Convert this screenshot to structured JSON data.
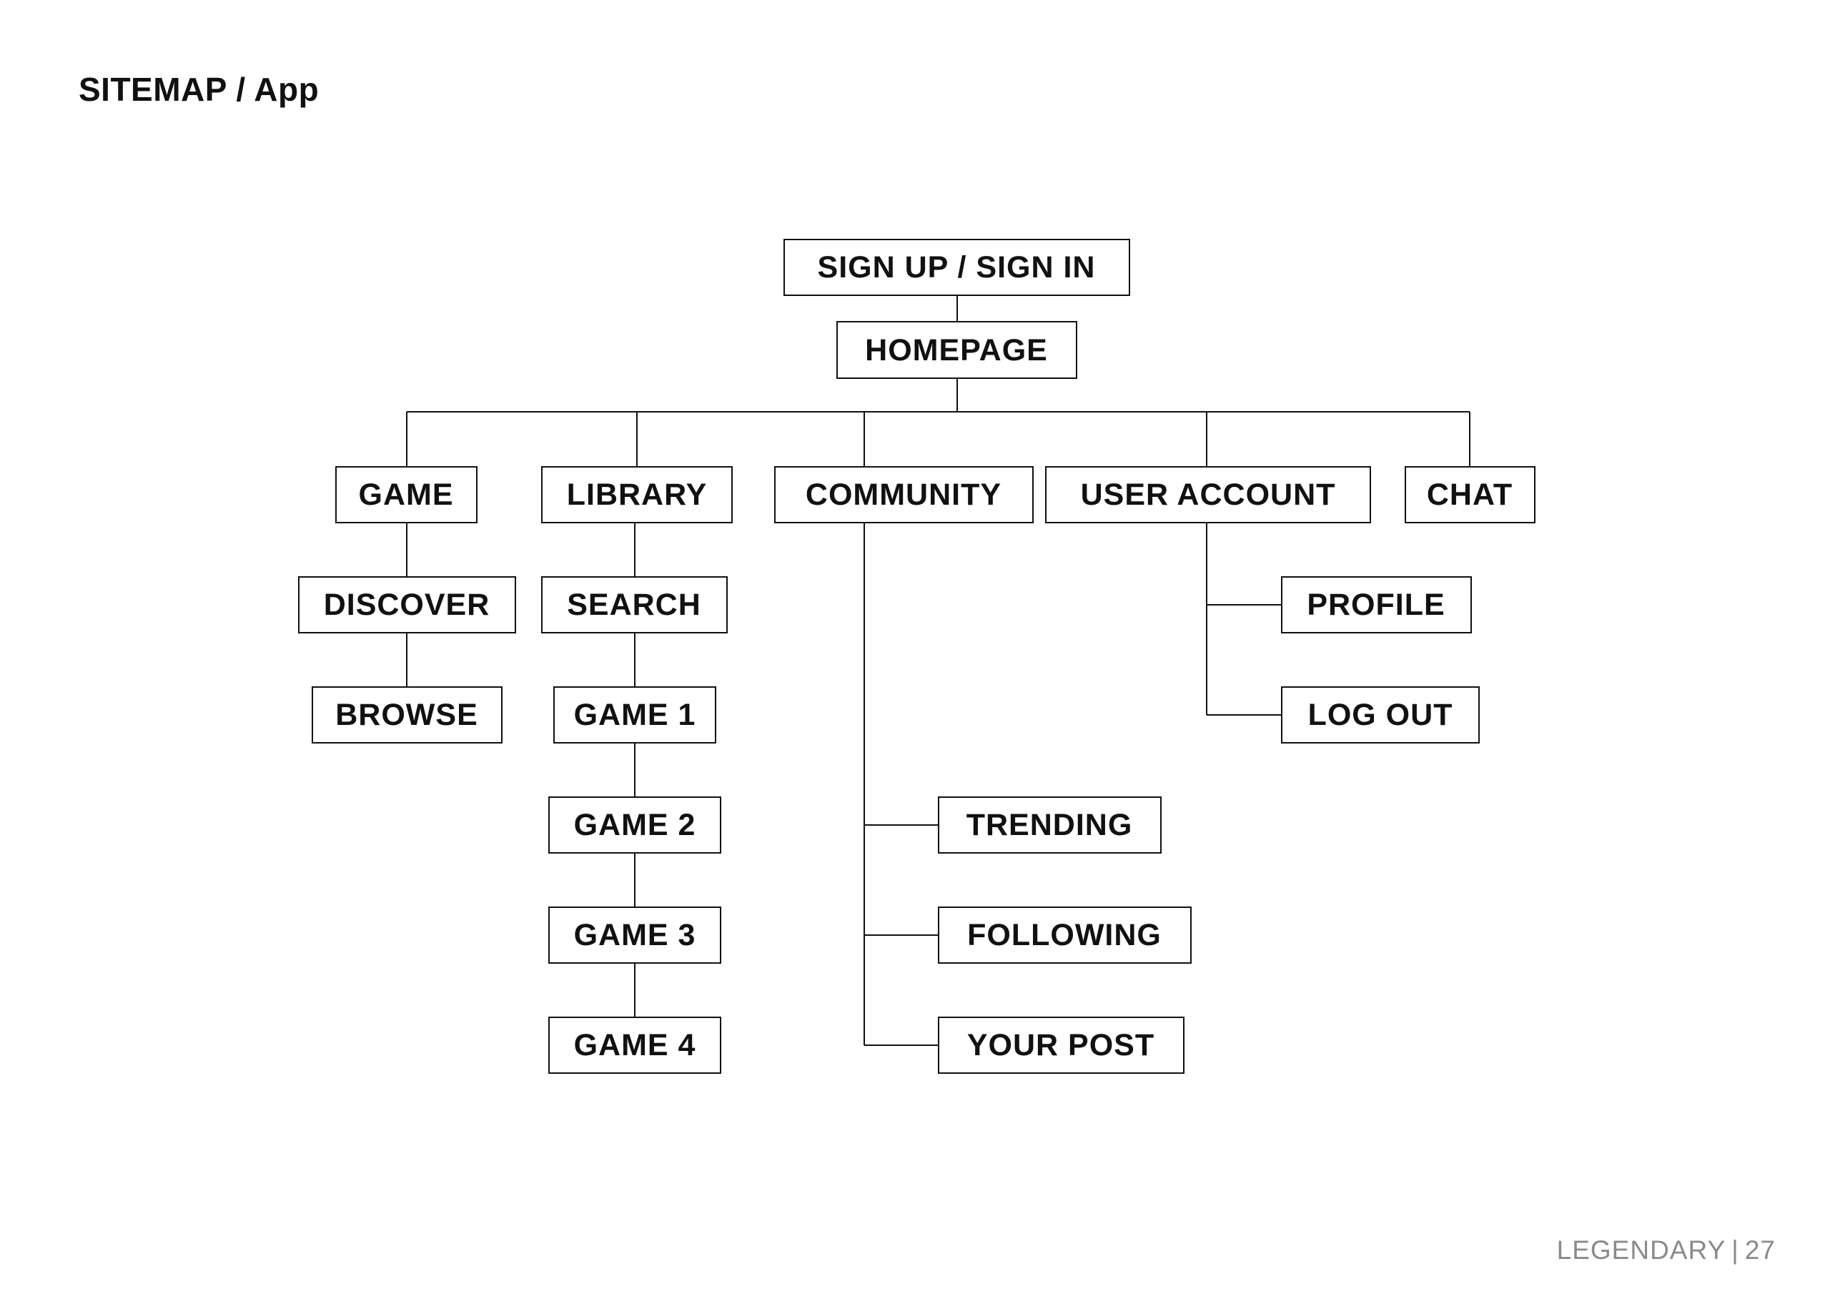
{
  "header": {
    "title": "SITEMAP / App"
  },
  "sitemap": {
    "nodes": {
      "signin": "SIGN UP / SIGN IN",
      "homepage": "HOMEPAGE",
      "game": "GAME",
      "library": "LIBRARY",
      "community": "COMMUNITY",
      "user_account": "USER ACCOUNT",
      "chat": "CHAT",
      "discover": "DISCOVER",
      "browse": "BROWSE",
      "search": "SEARCH",
      "game1": "GAME 1",
      "game2": "GAME 2",
      "game3": "GAME 3",
      "game4": "GAME 4",
      "trending": "TRENDING",
      "following": "FOLLOWING",
      "your_post": "YOUR POST",
      "profile": "PROFILE",
      "log_out": "LOG OUT"
    }
  },
  "footer": {
    "brand": "LEGENDARY",
    "separator": "|",
    "page_number": "27"
  }
}
